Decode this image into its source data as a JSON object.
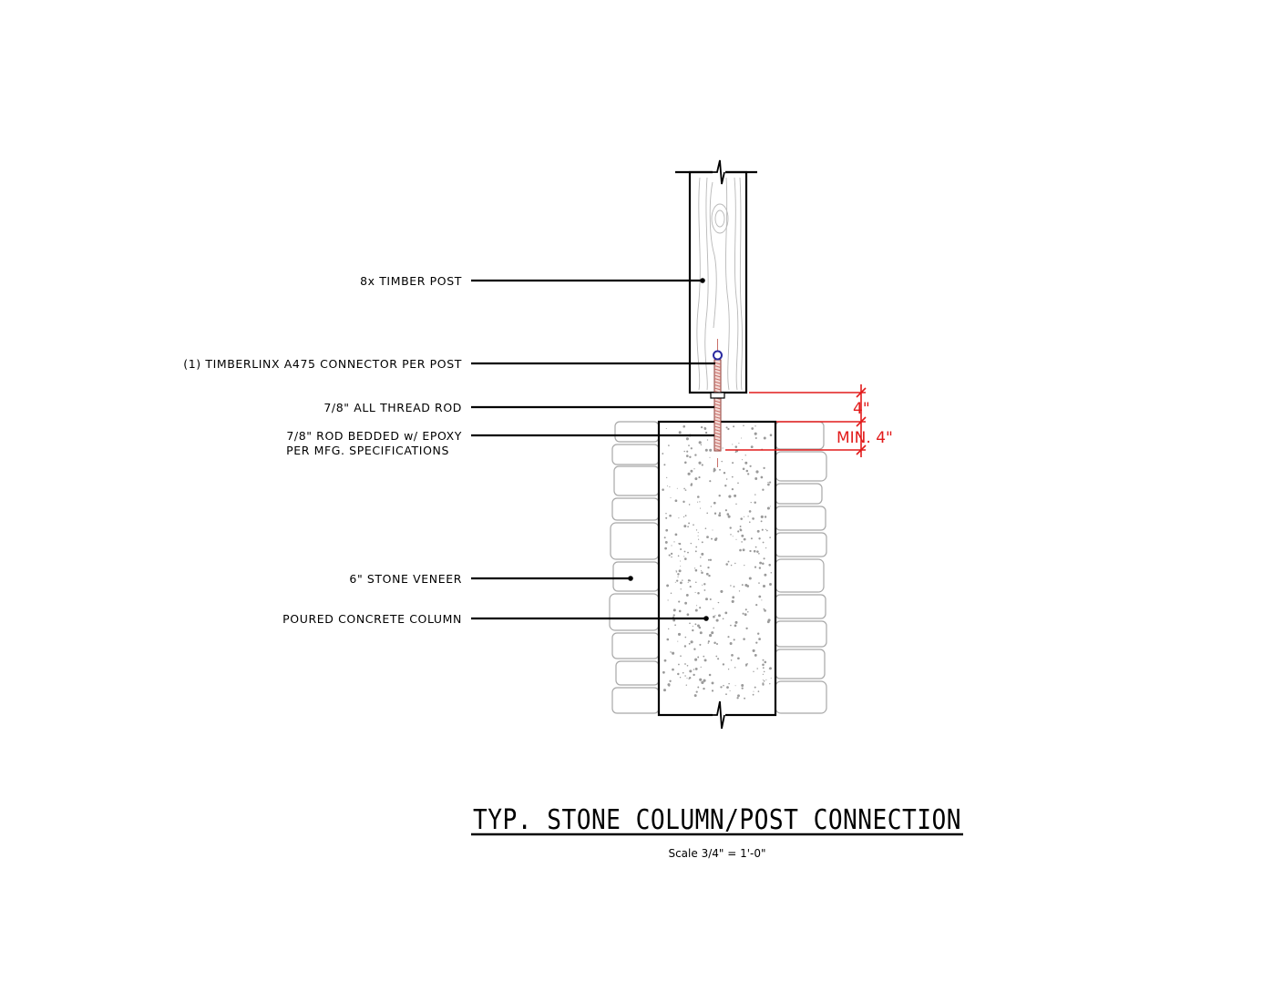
{
  "labels": {
    "timber_post": "8x TIMBER POST",
    "connector": "(1) TIMBERLINX A475 CONNECTOR PER POST",
    "thread_rod": "7/8\" ALL THREAD ROD",
    "rod_epoxy_line1": "7/8\" ROD BEDDED w/ EPOXY",
    "rod_epoxy_line2": "PER MFG. SPECIFICATIONS",
    "stone_veneer": "6\" STONE VENEER",
    "concrete_column": "POURED CONCRETE COLUMN"
  },
  "dimensions": {
    "upper": "4\"",
    "lower": "MIN. 4\""
  },
  "title": "TYP. STONE COLUMN/POST CONNECTION",
  "scale": "Scale 3/4\" = 1'-0\"",
  "colors": {
    "line": "#000000",
    "dimension": "#e21b1b",
    "stone": "#a8a8a8",
    "connector": "#2a2aa0",
    "rod": "#c9706a"
  }
}
